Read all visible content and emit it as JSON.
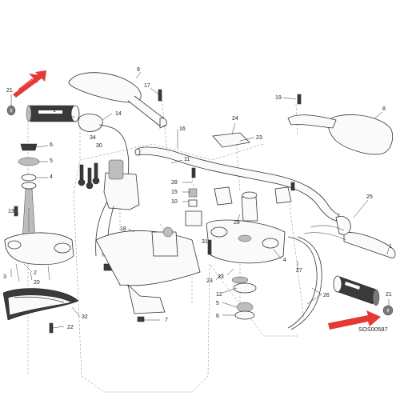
{
  "diagram": {
    "code": "SOS00587",
    "accent_color": "#e53935",
    "callouts": [
      {
        "id": "c21a",
        "text": "21"
      },
      {
        "id": "c1a",
        "text": "1"
      },
      {
        "id": "c9",
        "text": "9"
      },
      {
        "id": "c17",
        "text": "17"
      },
      {
        "id": "c14",
        "text": "14"
      },
      {
        "id": "c6a",
        "text": "6"
      },
      {
        "id": "c5a",
        "text": "5"
      },
      {
        "id": "c4a",
        "text": "4"
      },
      {
        "id": "c34",
        "text": "34"
      },
      {
        "id": "c30",
        "text": "30"
      },
      {
        "id": "c16",
        "text": "16"
      },
      {
        "id": "c11",
        "text": "11"
      },
      {
        "id": "c28",
        "text": "28"
      },
      {
        "id": "c15",
        "text": "15"
      },
      {
        "id": "c10",
        "text": "10"
      },
      {
        "id": "c24",
        "text": "24"
      },
      {
        "id": "c23a",
        "text": "23"
      },
      {
        "id": "c19",
        "text": "19"
      },
      {
        "id": "c8",
        "text": "8"
      },
      {
        "id": "c13",
        "text": "13"
      },
      {
        "id": "c18",
        "text": "18"
      },
      {
        "id": "c2",
        "text": "2"
      },
      {
        "id": "c3",
        "text": "3"
      },
      {
        "id": "c20",
        "text": "20"
      },
      {
        "id": "c22",
        "text": "22"
      },
      {
        "id": "c32",
        "text": "32"
      },
      {
        "id": "c7",
        "text": "7"
      },
      {
        "id": "c29",
        "text": "29"
      },
      {
        "id": "c31",
        "text": "31"
      },
      {
        "id": "c23b",
        "text": "23"
      },
      {
        "id": "c33",
        "text": "33"
      },
      {
        "id": "c12",
        "text": "12"
      },
      {
        "id": "c5b",
        "text": "5"
      },
      {
        "id": "c6b",
        "text": "6"
      },
      {
        "id": "c4b",
        "text": "4"
      },
      {
        "id": "c27",
        "text": "27"
      },
      {
        "id": "c25",
        "text": "25"
      },
      {
        "id": "c26",
        "text": "26"
      },
      {
        "id": "c1b",
        "text": "1"
      },
      {
        "id": "c21b",
        "text": "21"
      }
    ]
  }
}
